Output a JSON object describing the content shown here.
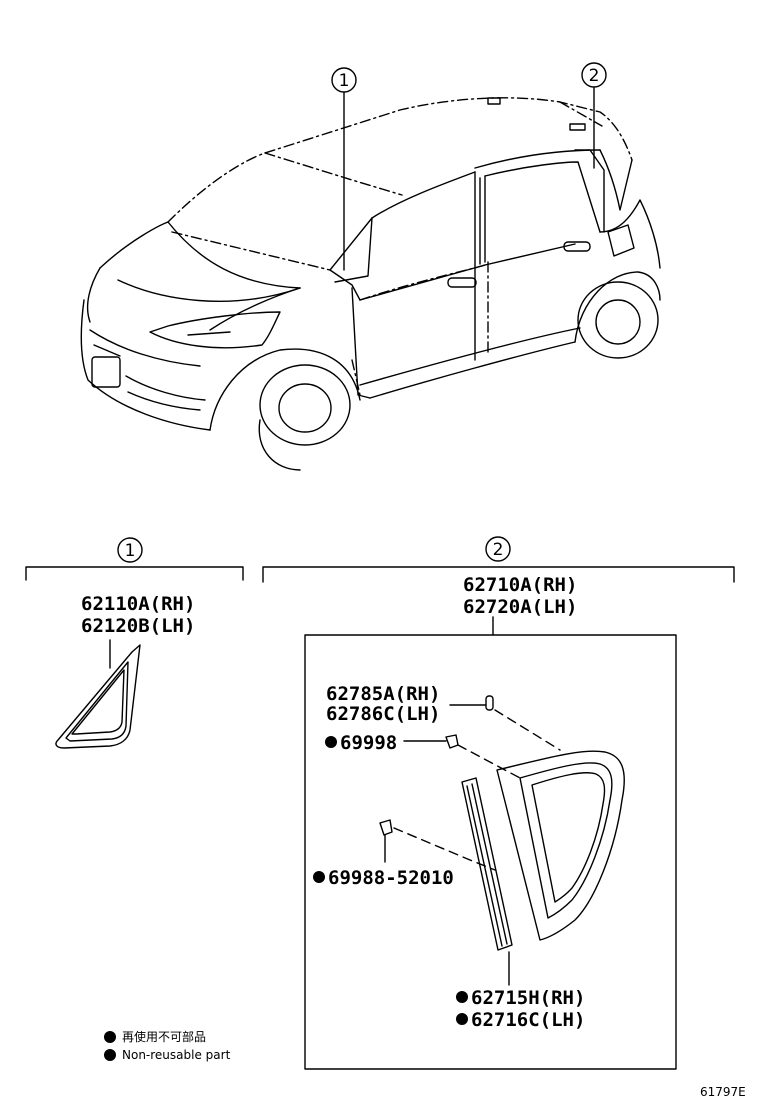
{
  "callouts": {
    "c1": "1",
    "c2": "2"
  },
  "sections": {
    "quarter_window": {
      "number": "1",
      "parts": [
        "62110A(RH)",
        "62120B(LH)"
      ]
    },
    "rear_quarter_glass": {
      "number": "2",
      "parts": [
        "62710A(RH)",
        "62720A(LH)"
      ],
      "subparts": {
        "clip_upper": [
          "62785A(RH)",
          "62786C(LH)"
        ],
        "clip_mid": "69998",
        "clip_low": "69988-52010",
        "moulding": [
          "62715H(RH)",
          "62716C(LH)"
        ]
      }
    }
  },
  "legend": {
    "jp": "再使用不可部品",
    "en": "Non-reusable part"
  },
  "figure_code": "61797E"
}
